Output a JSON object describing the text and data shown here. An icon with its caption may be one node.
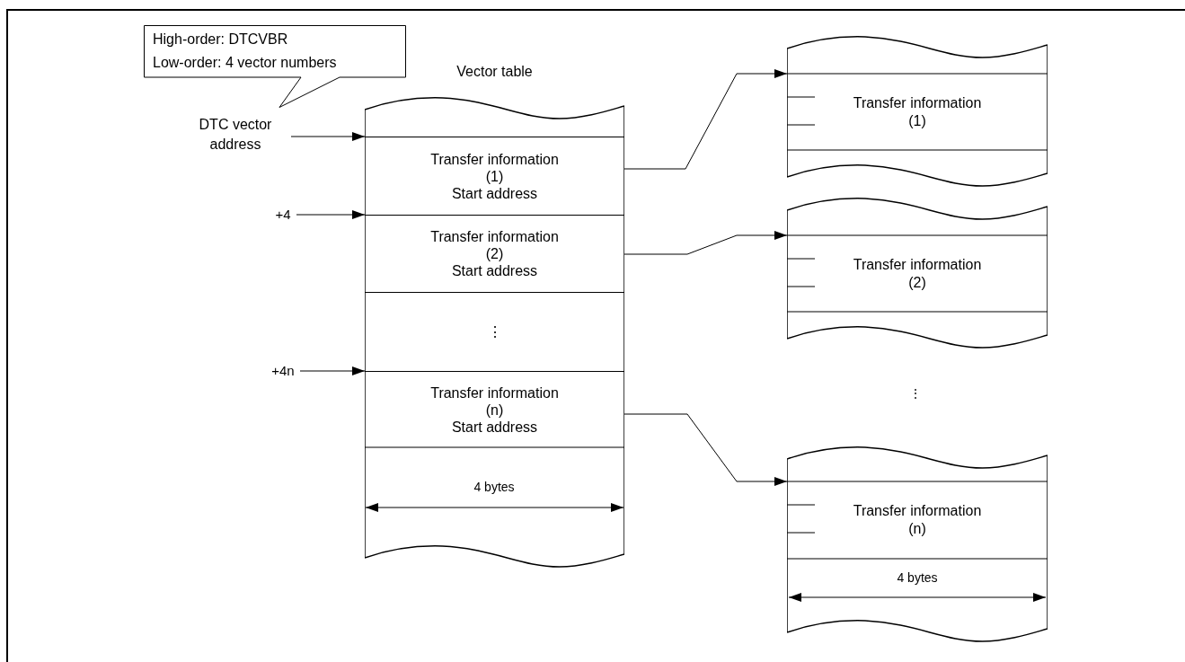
{
  "diagram": {
    "nodes": [
      {
        "text": [
          "High-order: DTCVBR",
          "Low-order: 4 vector numbers"
        ]
      },
      {
        "text": [
          "DTC vector address"
        ]
      },
      {
        "text": [
          "+4"
        ]
      },
      {
        "text": [
          "+4n"
        ]
      },
      {
        "text": [
          "Vector table"
        ]
      },
      {
        "text": [
          "Transfer information (1)",
          "Start address"
        ],
        "in": 4
      },
      {
        "text": [
          "Transfer information (2)",
          "Start address"
        ],
        "in": 4
      },
      {
        "text": [
          "⋮"
        ],
        "in": 4
      },
      {
        "text": [
          "Transfer information (n)",
          "Start address"
        ],
        "in": 4
      },
      {
        "text": [
          "Transfer information (1)"
        ]
      },
      {
        "text": [
          "Transfer information (2)"
        ]
      },
      {
        "text": [
          "Transfer information (n)"
        ]
      }
    ],
    "edges": [
      {
        "from": 1,
        "to": 4,
        "arrow": "to"
      },
      {
        "from": 2,
        "to": 4,
        "arrow": "to"
      },
      {
        "from": 3,
        "to": 4,
        "arrow": "to"
      },
      {
        "from": 5,
        "to": 9,
        "arrow": "to"
      },
      {
        "from": 6,
        "to": 10,
        "arrow": "to"
      },
      {
        "from": 8,
        "to": 11,
        "arrow": "to"
      }
    ],
    "labels": [
      "⋮",
      "4 bytes",
      "4 bytes"
    ]
  }
}
